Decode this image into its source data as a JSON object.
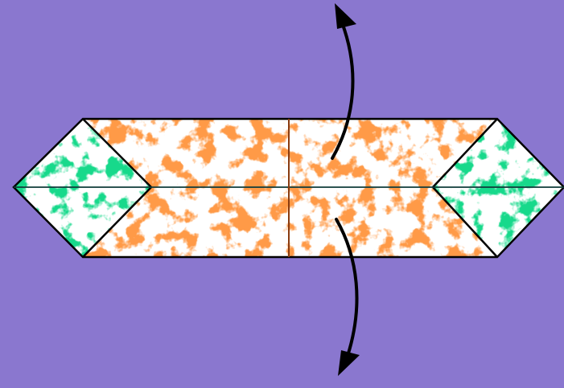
{
  "diagram": {
    "kind": "origami-fold-step",
    "background_color": "#8a77cf",
    "paper_front_color": "#ff9a47",
    "paper_back_color": "#17d98b",
    "mottle_color": "#ffffff",
    "outline_color": "#000000",
    "crease_color": "#8a3b10",
    "arrow_color": "#000000",
    "arrows": [
      {
        "name": "unfold-up-arrow",
        "direction": "up"
      },
      {
        "name": "unfold-down-arrow",
        "direction": "down"
      }
    ],
    "flaps": [
      {
        "name": "left-green-flap",
        "side": "left"
      },
      {
        "name": "right-green-flap",
        "side": "right"
      }
    ]
  }
}
